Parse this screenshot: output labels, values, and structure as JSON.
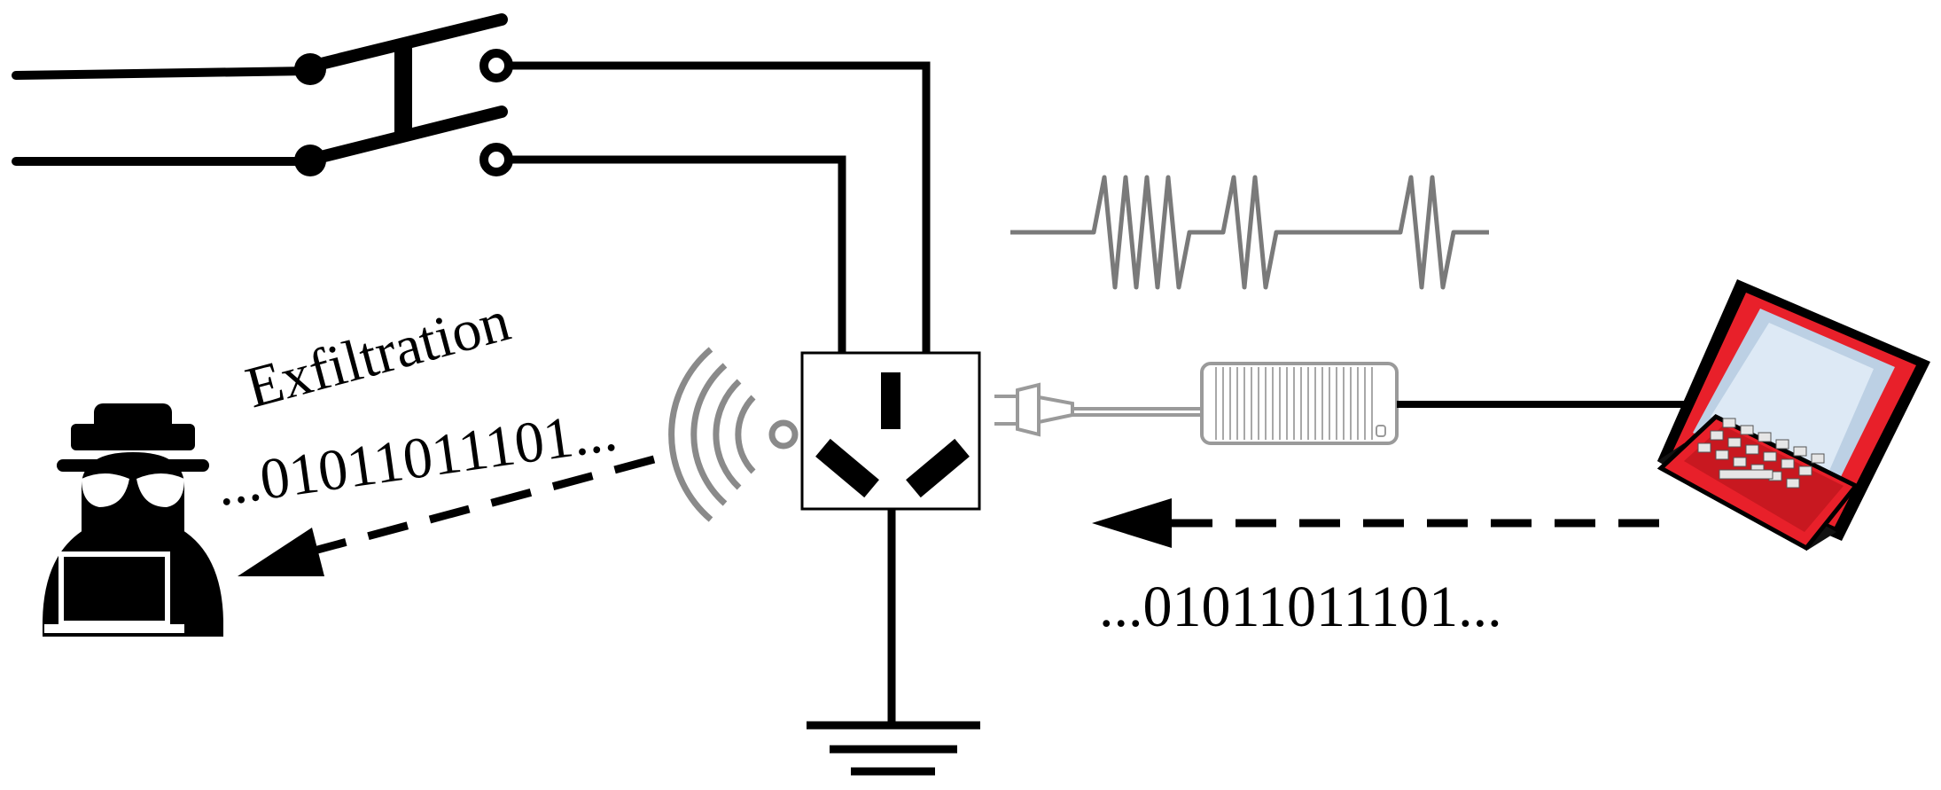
{
  "labels": {
    "exfiltration": "Exfiltration",
    "bits_left": "...01011011101...",
    "bits_right": "...01011011101..."
  },
  "icons": {
    "attacker": "hacker-with-laptop-icon",
    "victim": "red-laptop-icon",
    "wireless": "wifi-signal-icon",
    "outlet": "power-outlet-icon",
    "adapter": "power-adapter-icon",
    "plug": "power-plug-icon",
    "ground": "ground-symbol-icon",
    "switch": "double-pole-switch-icon",
    "signal": "modulated-signal-waveform-icon"
  },
  "colors": {
    "line": "#000000",
    "laptop_red": "#e8202a",
    "adapter_grey": "#9a9a9a",
    "signal_grey": "#7a7a7a"
  }
}
